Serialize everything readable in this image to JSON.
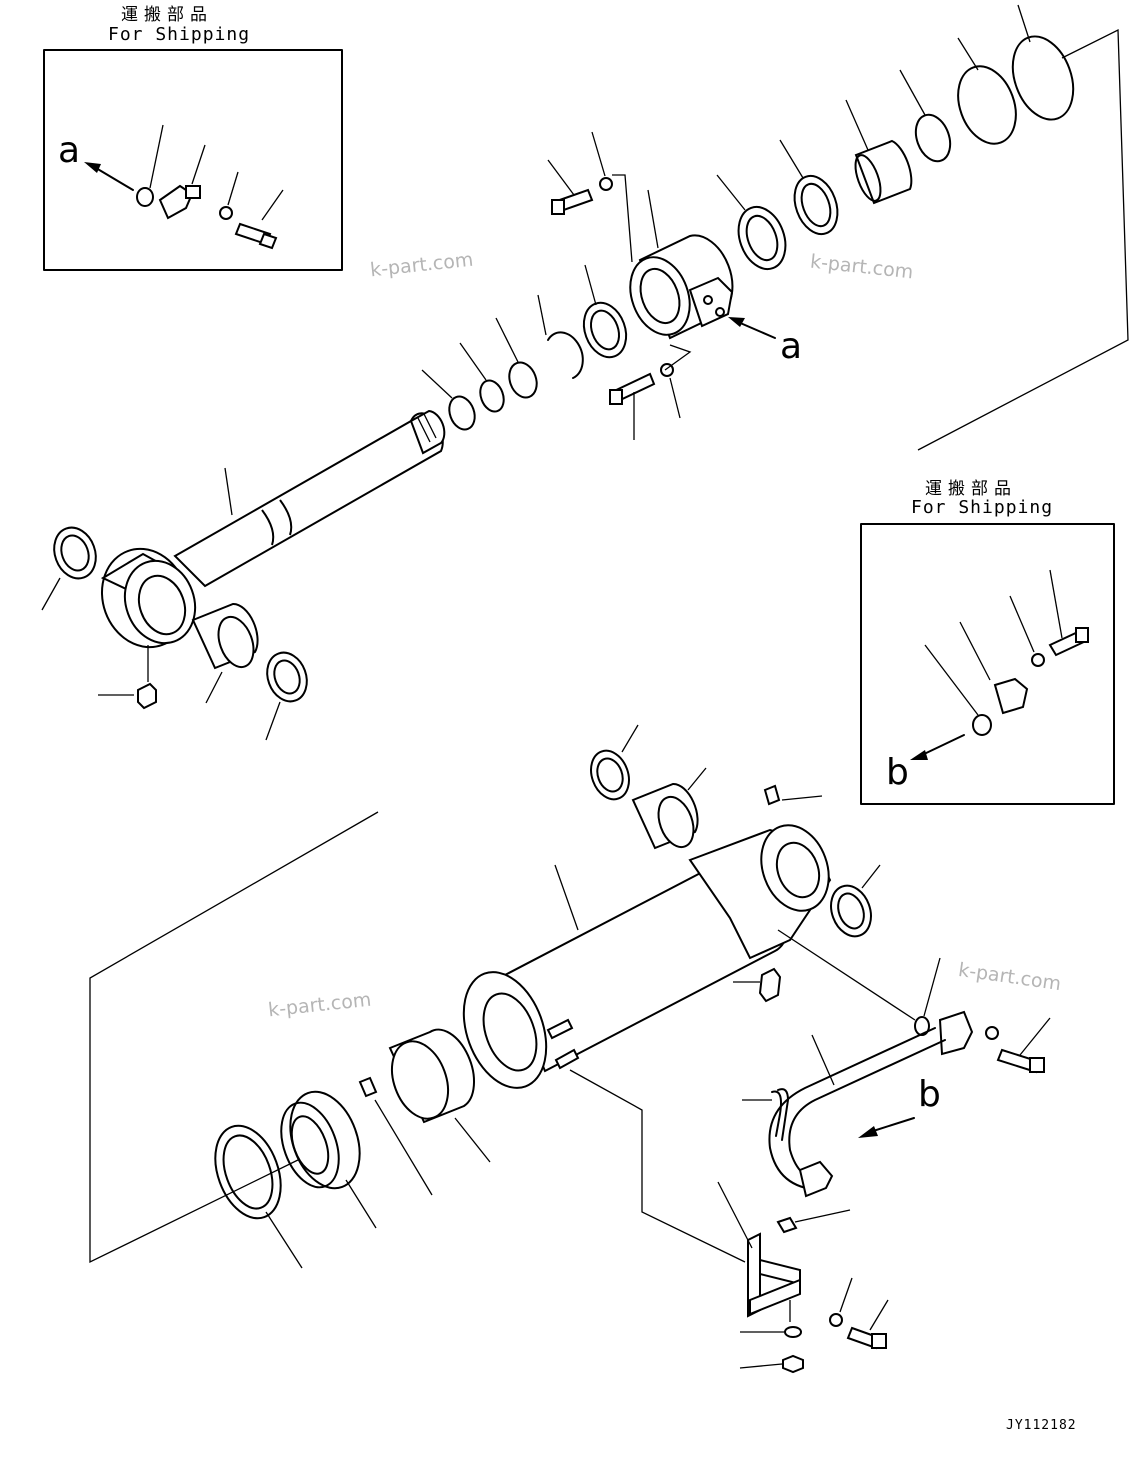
{
  "shipping_labels": {
    "top_left": {
      "jp": "運搬部品",
      "en": "For Shipping"
    },
    "right": {
      "jp": "運搬部品",
      "en": "For Shipping"
    }
  },
  "callouts": {
    "a_box": "a",
    "a_head": "a",
    "b_box": "b",
    "b_pipe": "b"
  },
  "watermarks": [
    "k-part.com",
    "k-part.com",
    "k-part.com",
    "k-part.com"
  ],
  "drawing_code": "JY112182"
}
